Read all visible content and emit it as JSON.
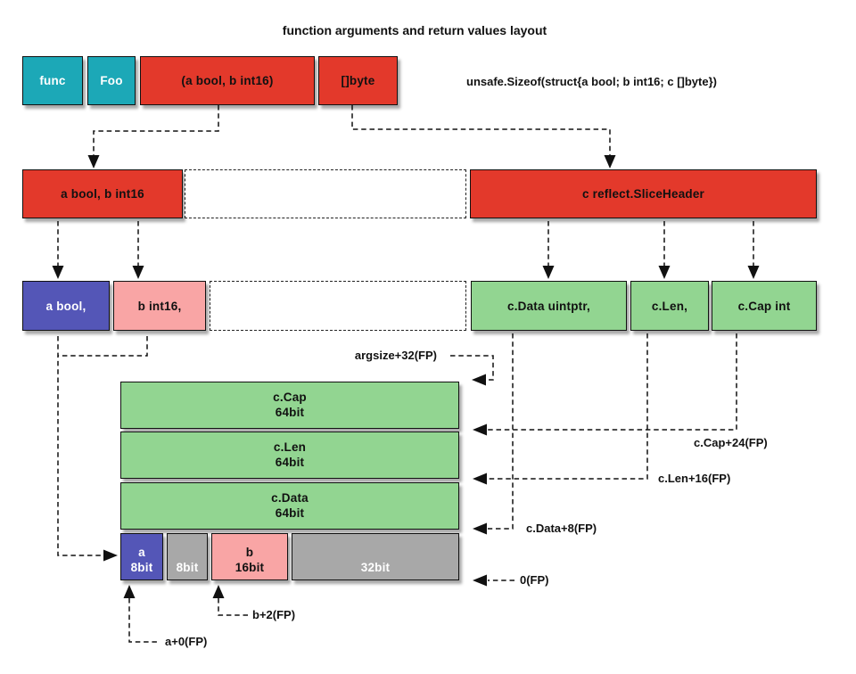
{
  "title": "function arguments and return values layout",
  "sizeof_note": "unsafe.Sizeof(struct{a bool; b int16; c []byte})",
  "row1": {
    "func": "func",
    "name": "Foo",
    "args": "(a bool, b int16)",
    "ret": "[]byte"
  },
  "row2": {
    "args": "a bool, b int16",
    "slice": "c reflect.SliceHeader"
  },
  "row3": {
    "a": "a bool,",
    "b": "b int16,",
    "cdata": "c.Data uintptr,",
    "clen": "c.Len,",
    "ccap": "c.Cap int"
  },
  "stack": {
    "ccap_name": "c.Cap",
    "ccap_size": "64bit",
    "clen_name": "c.Len",
    "clen_size": "64bit",
    "cdata_name": "c.Data",
    "cdata_size": "64bit"
  },
  "bottom": {
    "a_name": "a",
    "a_size": "8bit",
    "pad_size": "8bit",
    "b_name": "b",
    "b_size": "16bit",
    "rest_size": "32bit"
  },
  "annotations": {
    "argsize": "argsize+32(FP)",
    "ccap": "c.Cap+24(FP)",
    "clen": "c.Len+16(FP)",
    "cdata": "c.Data+8(FP)",
    "zero": "0(FP)",
    "b_off": "b+2(FP)",
    "a_off": "a+0(FP)"
  },
  "colors": {
    "teal": "#1CA8B7",
    "red": "#E3392B",
    "purple": "#5456B7",
    "pink": "#F9A5A5",
    "green": "#92D591",
    "gray": "#A8A8A8"
  }
}
